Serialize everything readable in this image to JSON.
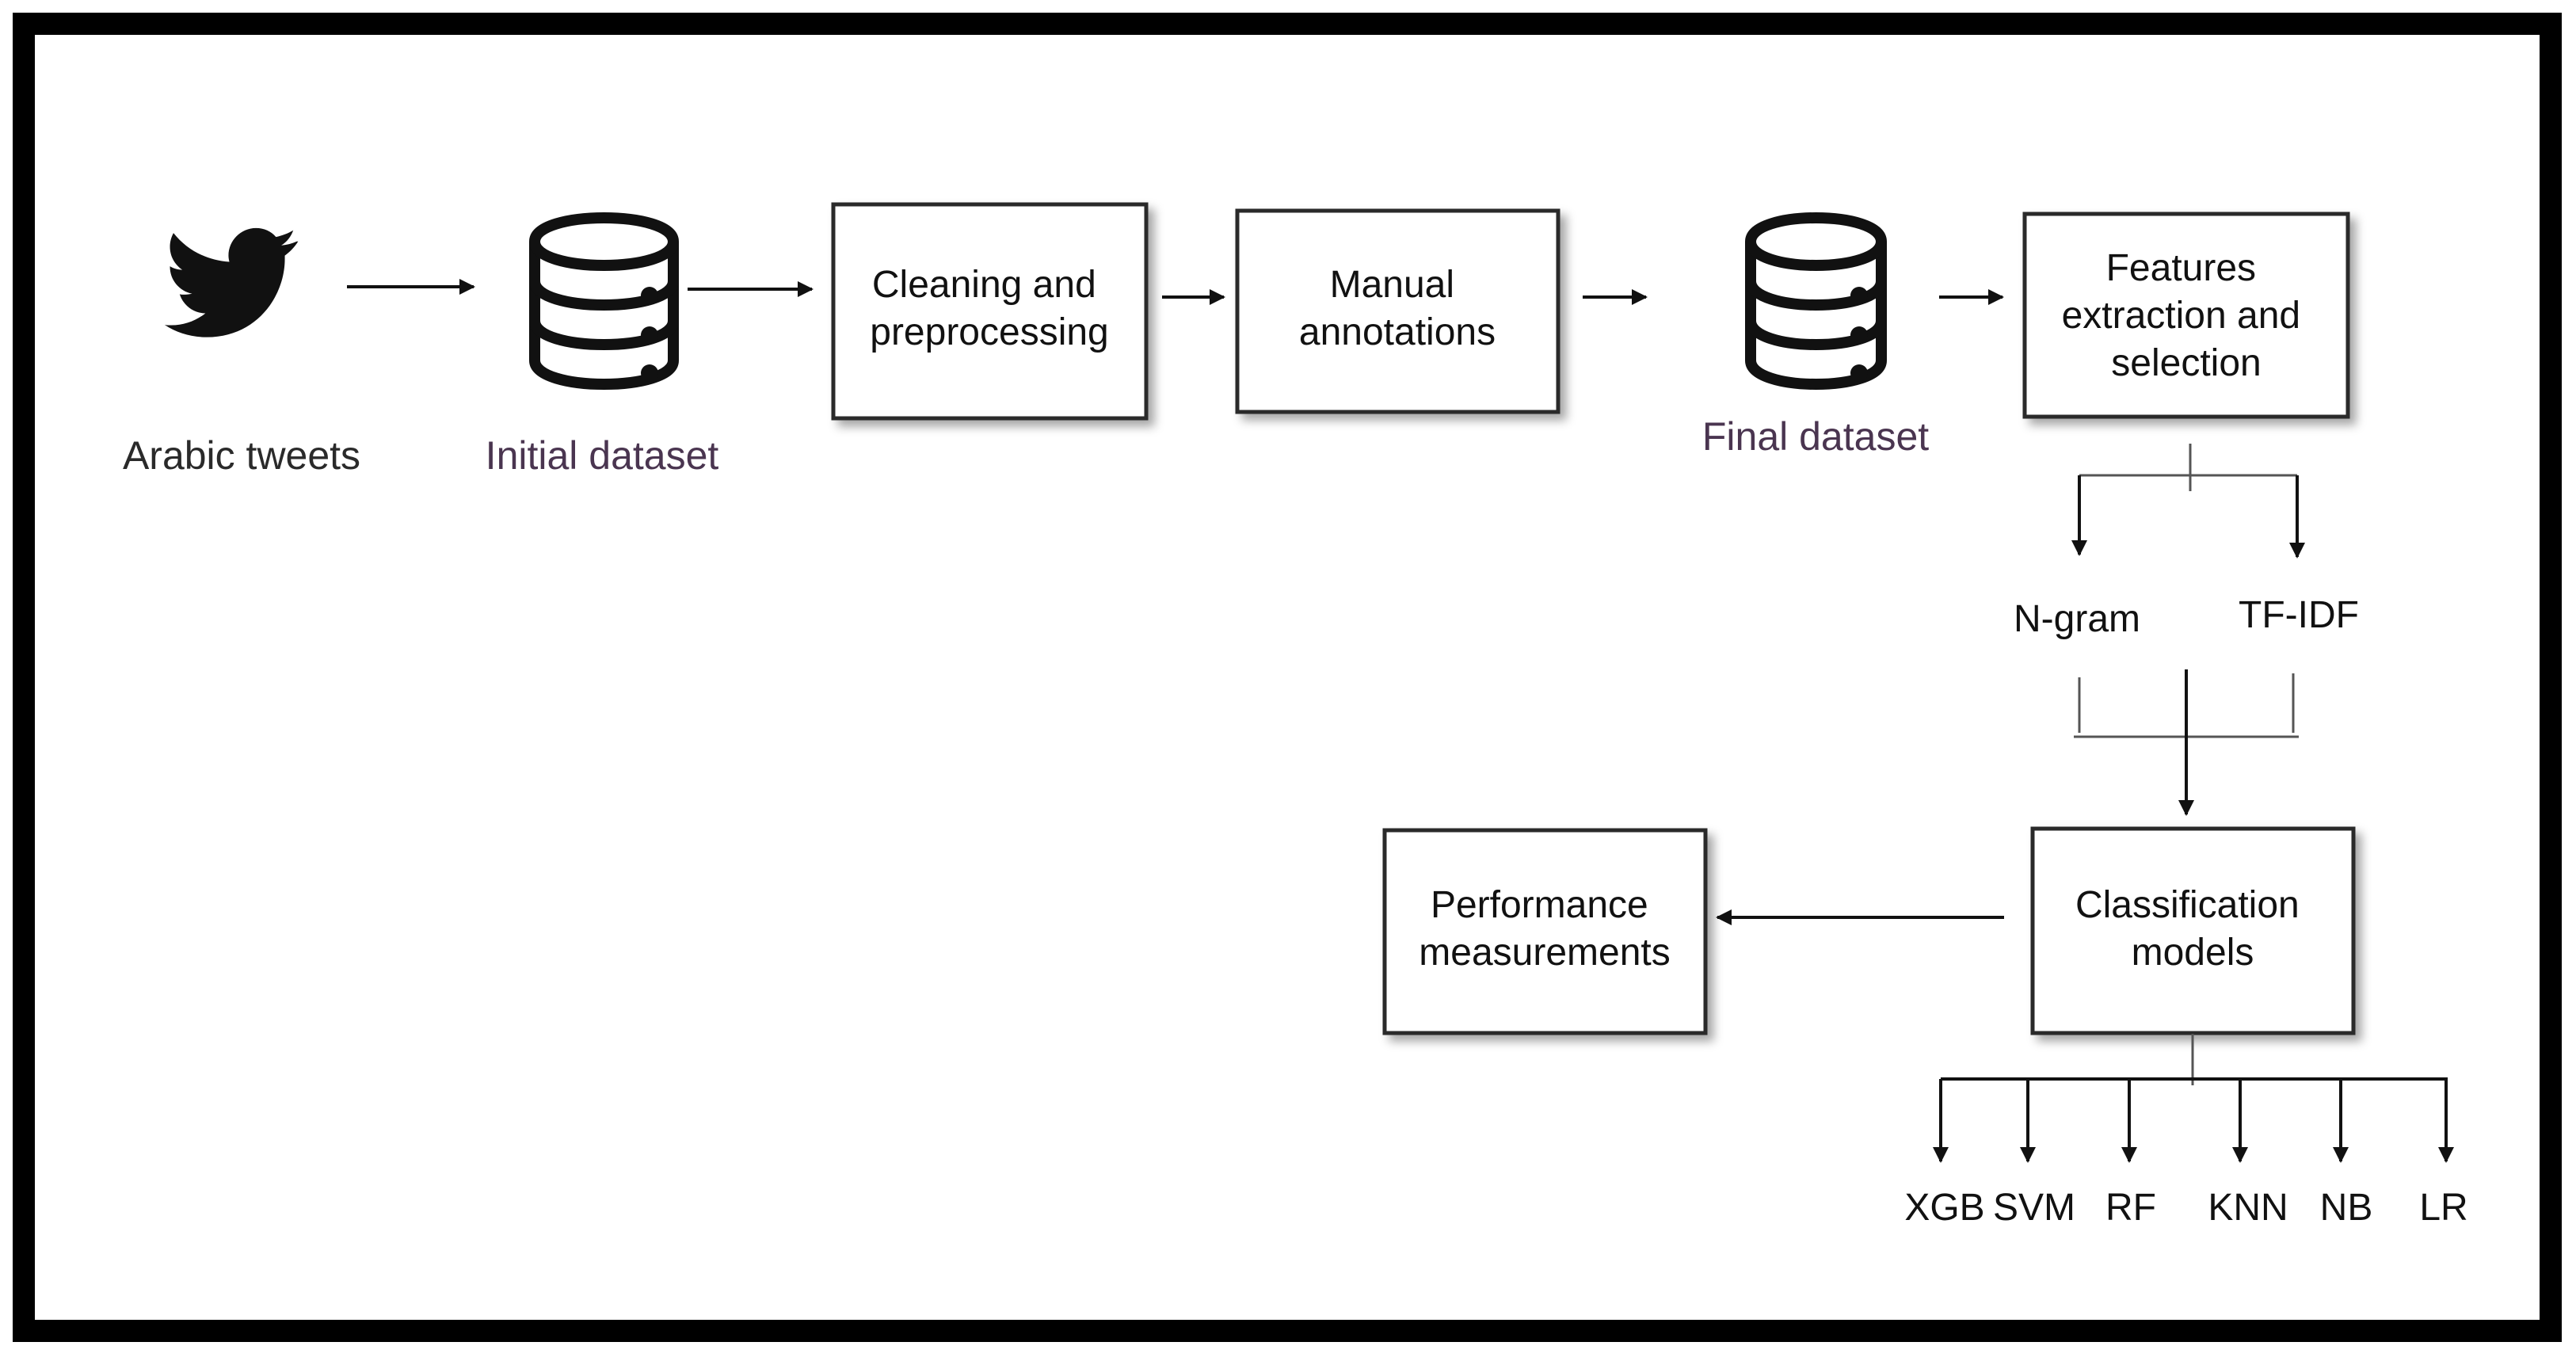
{
  "colors": {
    "frame": "#000000",
    "box_stroke": "#2a2a2a",
    "label_text": "#2a2a2a",
    "dataset_text": "#4a3550",
    "icon": "#111111"
  },
  "icons": {
    "source": "twitter-bird-icon",
    "initial_db": "database-icon",
    "final_db": "database-icon"
  },
  "pipeline": {
    "source_label": "Arabic tweets",
    "initial_dataset_label": "Initial dataset",
    "cleaning_lines": [
      "Cleaning and",
      "preprocessing"
    ],
    "annotation_lines": [
      "Manual",
      "annotations"
    ],
    "final_dataset_label": "Final dataset",
    "features_lines": [
      "Features",
      "extraction and",
      "selection"
    ]
  },
  "features": {
    "ngram": "N-gram",
    "tfidf": "TF-IDF"
  },
  "classification_lines": [
    "Classification",
    "models"
  ],
  "performance_lines": [
    "Performance",
    "measurements"
  ],
  "models": [
    "XGB",
    "SVM",
    "RF",
    "KNN",
    "NB",
    "LR"
  ]
}
